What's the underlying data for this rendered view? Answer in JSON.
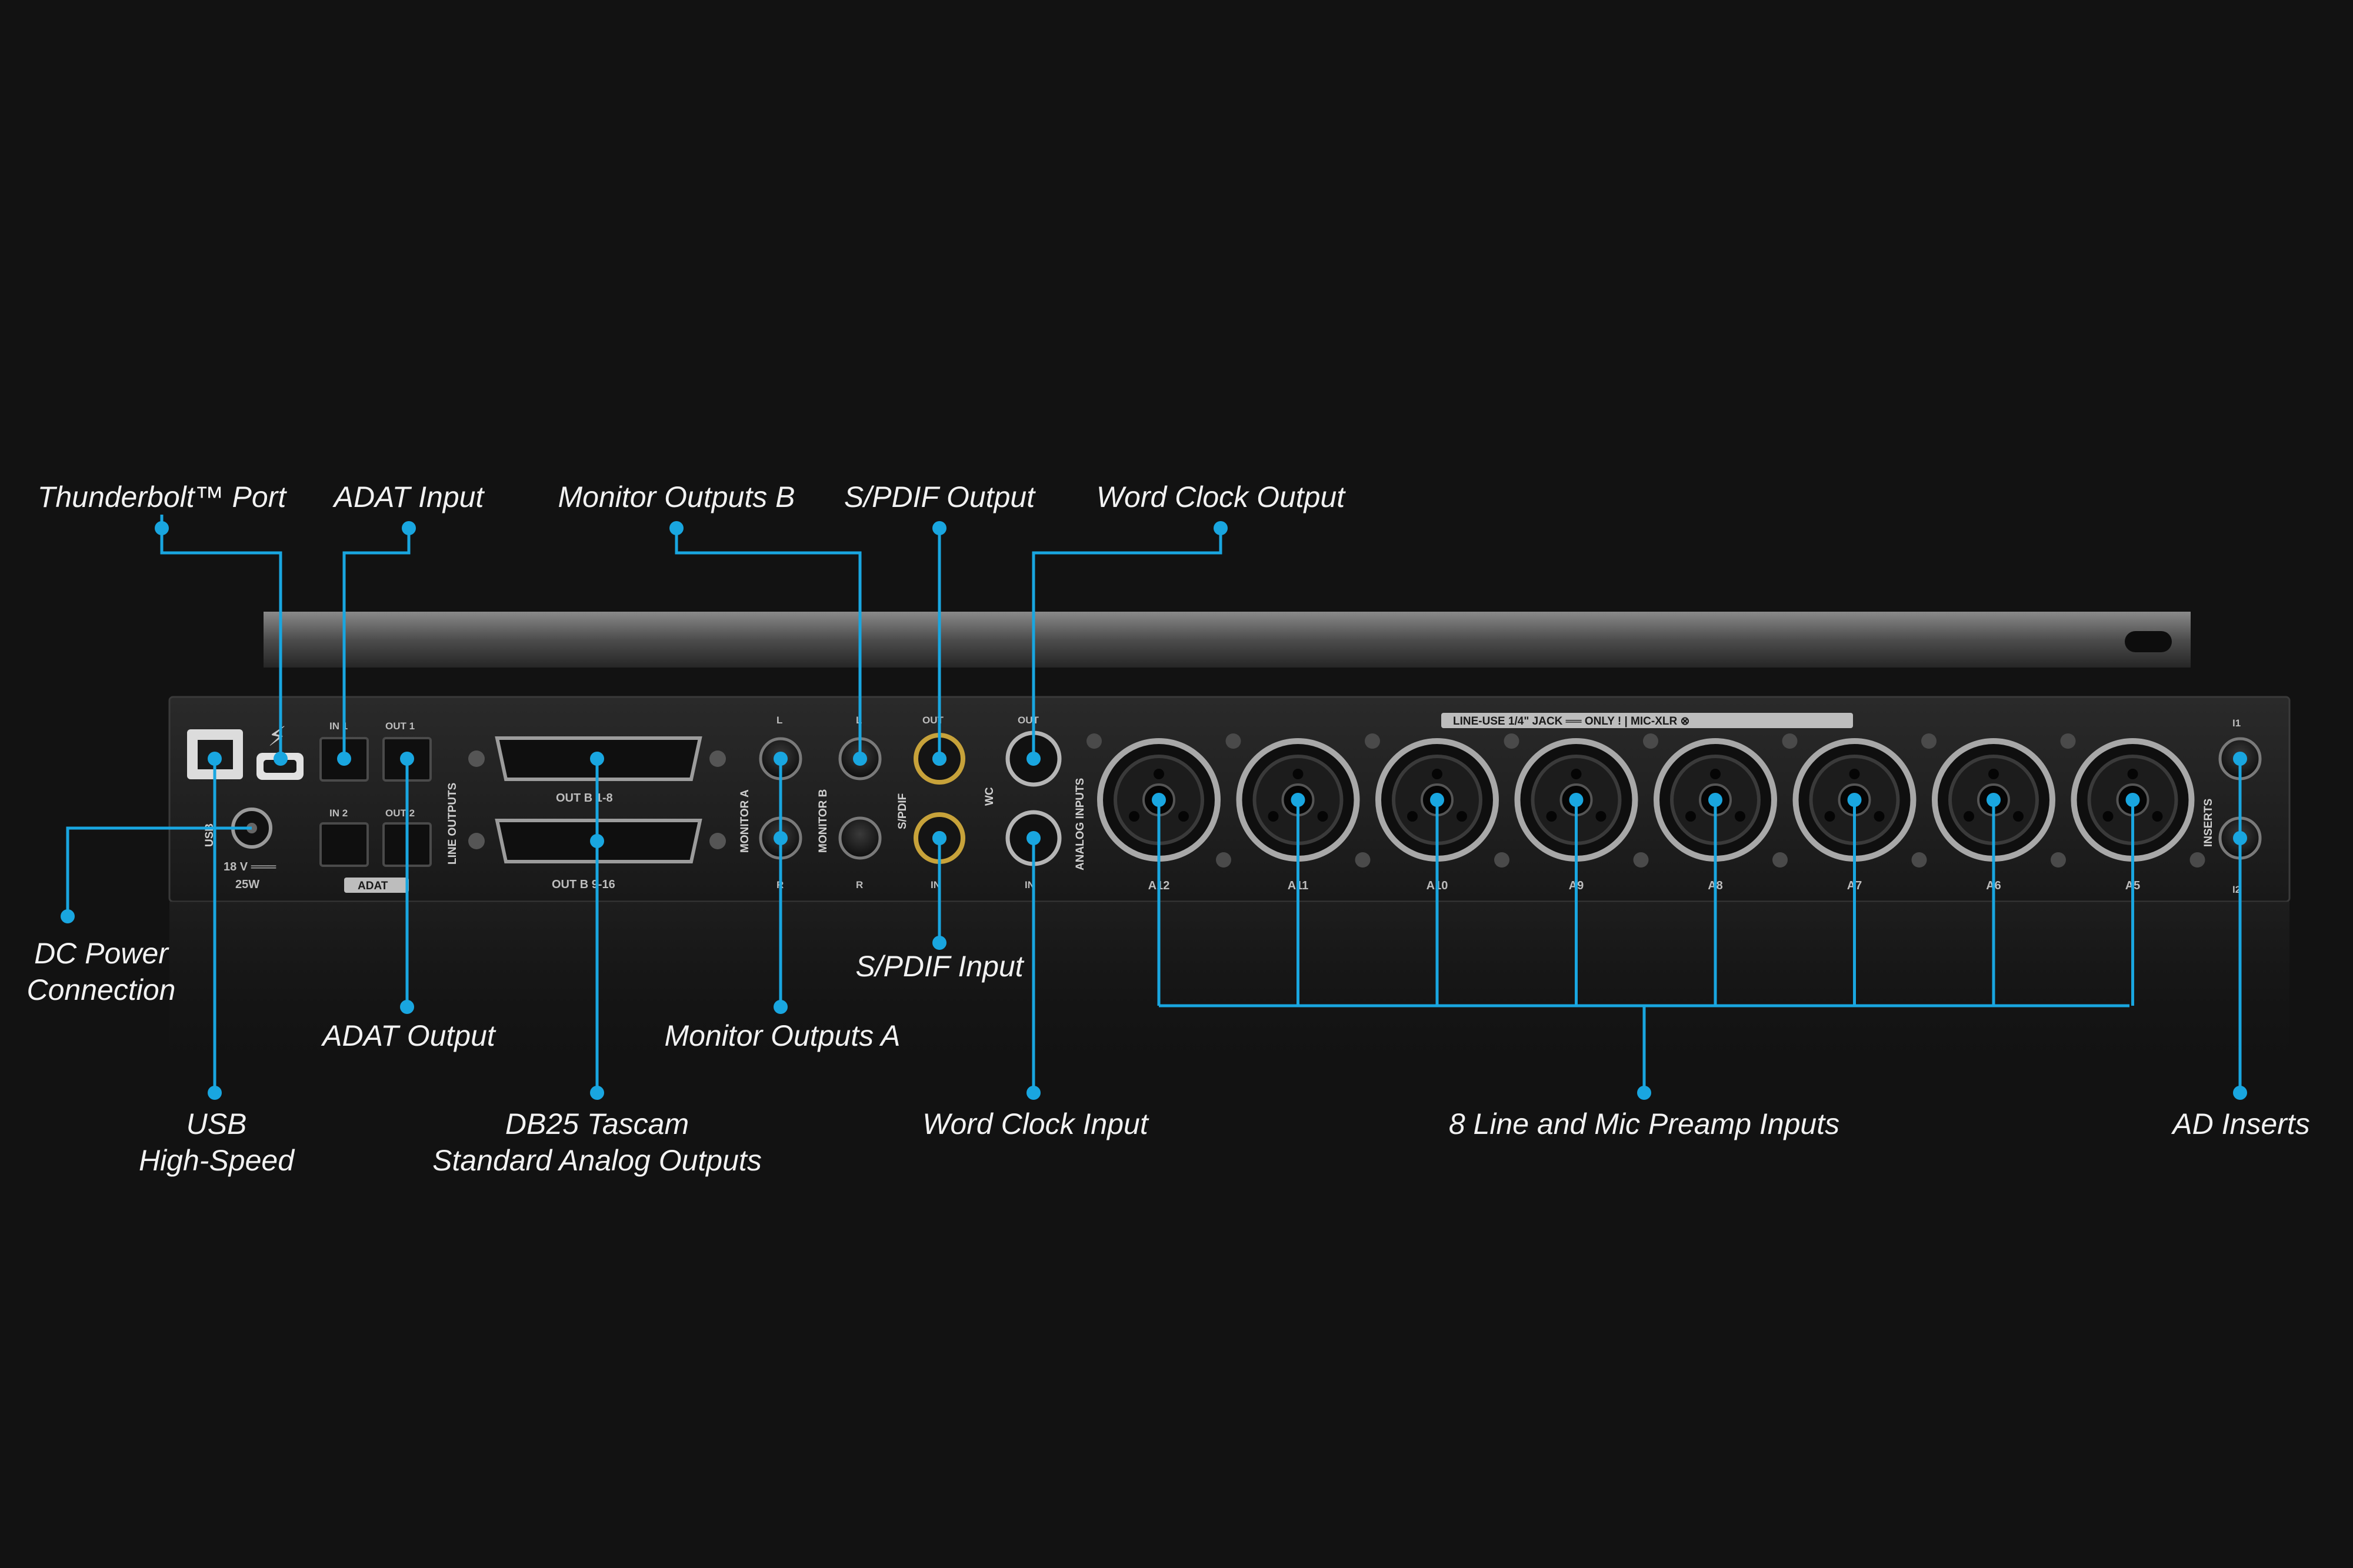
{
  "callouts": {
    "thunderbolt": "Thunderbolt™ Port",
    "adat_input": "ADAT Input",
    "monitor_b": "Monitor Outputs B",
    "spdif_output": "S/PDIF Output",
    "word_clock_output": "Word Clock Output",
    "dc_power_1": "DC Power",
    "dc_power_2": "Connection",
    "adat_output": "ADAT Output",
    "spdif_input": "S/PDIF Input",
    "monitor_a": "Monitor Outputs A",
    "usb_1": "USB",
    "usb_2": "High-Speed",
    "db25_1": "DB25 Tascam",
    "db25_2": "Standard Analog Outputs",
    "word_clock_input": "Word Clock Input",
    "preamp_inputs": "8 Line and Mic Preamp Inputs",
    "ad_inserts": "AD Inserts"
  },
  "panel": {
    "usb_label": "USB",
    "power_spec_1": "18 V ═══",
    "power_spec_2": "25W",
    "in1": "IN 1",
    "out1": "OUT 1",
    "in2": "IN 2",
    "out2": "OUT 2",
    "adat": "ADAT",
    "line_outputs": "LINE OUTPUTS",
    "db25_top": "OUT B 1-8",
    "db25_bottom": "OUT B 9-16",
    "monitor_a": "MONITOR A",
    "monitor_b": "MONITOR B",
    "left": "L",
    "right": "R",
    "spdif": "S/PDIF",
    "wc": "WC",
    "out": "OUT",
    "in": "IN",
    "analog_inputs": "ANALOG INPUTS",
    "xlr_banner": "LINE-USE 1/4\" JACK ══ ONLY ! | MIC-XLR ⊗",
    "inserts": "INSERTS",
    "i1": "I1",
    "i2": "I2",
    "preamp_labels": [
      "A12",
      "A11",
      "A10",
      "A9",
      "A8",
      "A7",
      "A6",
      "A5"
    ]
  },
  "colors": {
    "accent": "#19a6e0",
    "background": "#121212",
    "chassis": "#1c1c1c",
    "text": "#f2f2f2"
  },
  "icons": {
    "thunderbolt": "lightning-bolt-icon"
  }
}
